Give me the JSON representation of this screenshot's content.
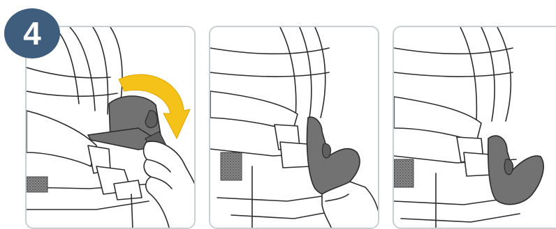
{
  "step": {
    "number": "4"
  },
  "colors": {
    "badge": "#3f5e7e",
    "arrow": "#f5c21a",
    "panel_border": "#c9ced3",
    "part": "#727272"
  },
  "panels": [
    {
      "name": "panel-1",
      "icons": [
        "foot-part-icon",
        "rotate-arrow-icon",
        "hand-icon"
      ]
    },
    {
      "name": "panel-2",
      "icons": [
        "foot-part-icon",
        "hand-icon"
      ]
    },
    {
      "name": "panel-3",
      "icons": [
        "foot-part-icon"
      ]
    }
  ]
}
